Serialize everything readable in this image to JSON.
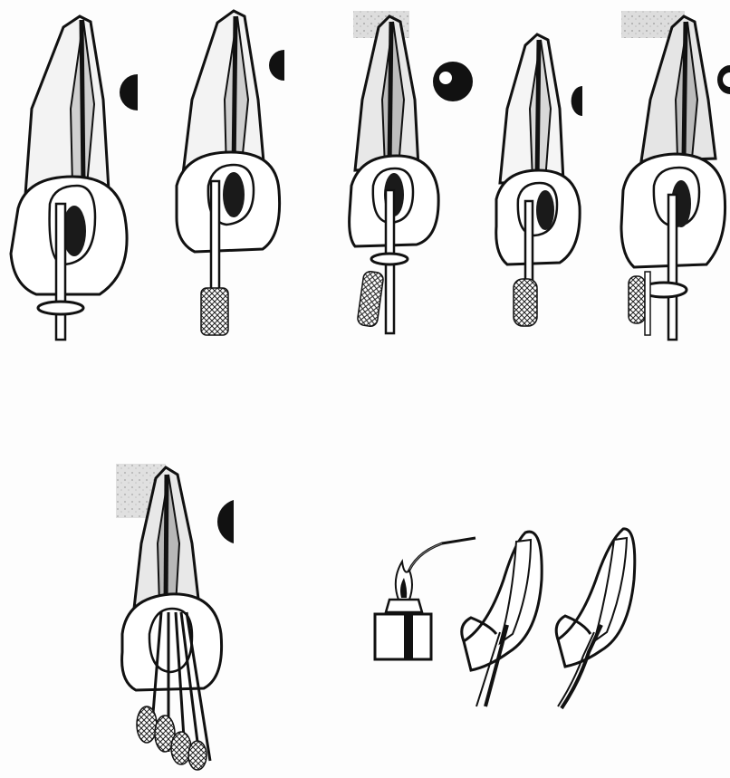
{
  "figure": {
    "panels": [
      {
        "id": "panel-1",
        "cross_section": "half-disc-left"
      },
      {
        "id": "panel-2",
        "cross_section": "half-disc-left"
      },
      {
        "id": "panel-3",
        "cross_section": "full-disc-with-highlight"
      },
      {
        "id": "panel-4",
        "cross_section": "half-disc-left"
      },
      {
        "id": "panel-5",
        "cross_section": "partial-disc"
      },
      {
        "id": "panel-6",
        "cross_section": "half-disc-left"
      },
      {
        "id": "panel-7",
        "cross_section": "none"
      }
    ],
    "colors": {
      "ink": "#111111",
      "paper": "#ffffff",
      "shade": "#c9c9c9",
      "dark_fill": "#1a1a1a"
    }
  }
}
